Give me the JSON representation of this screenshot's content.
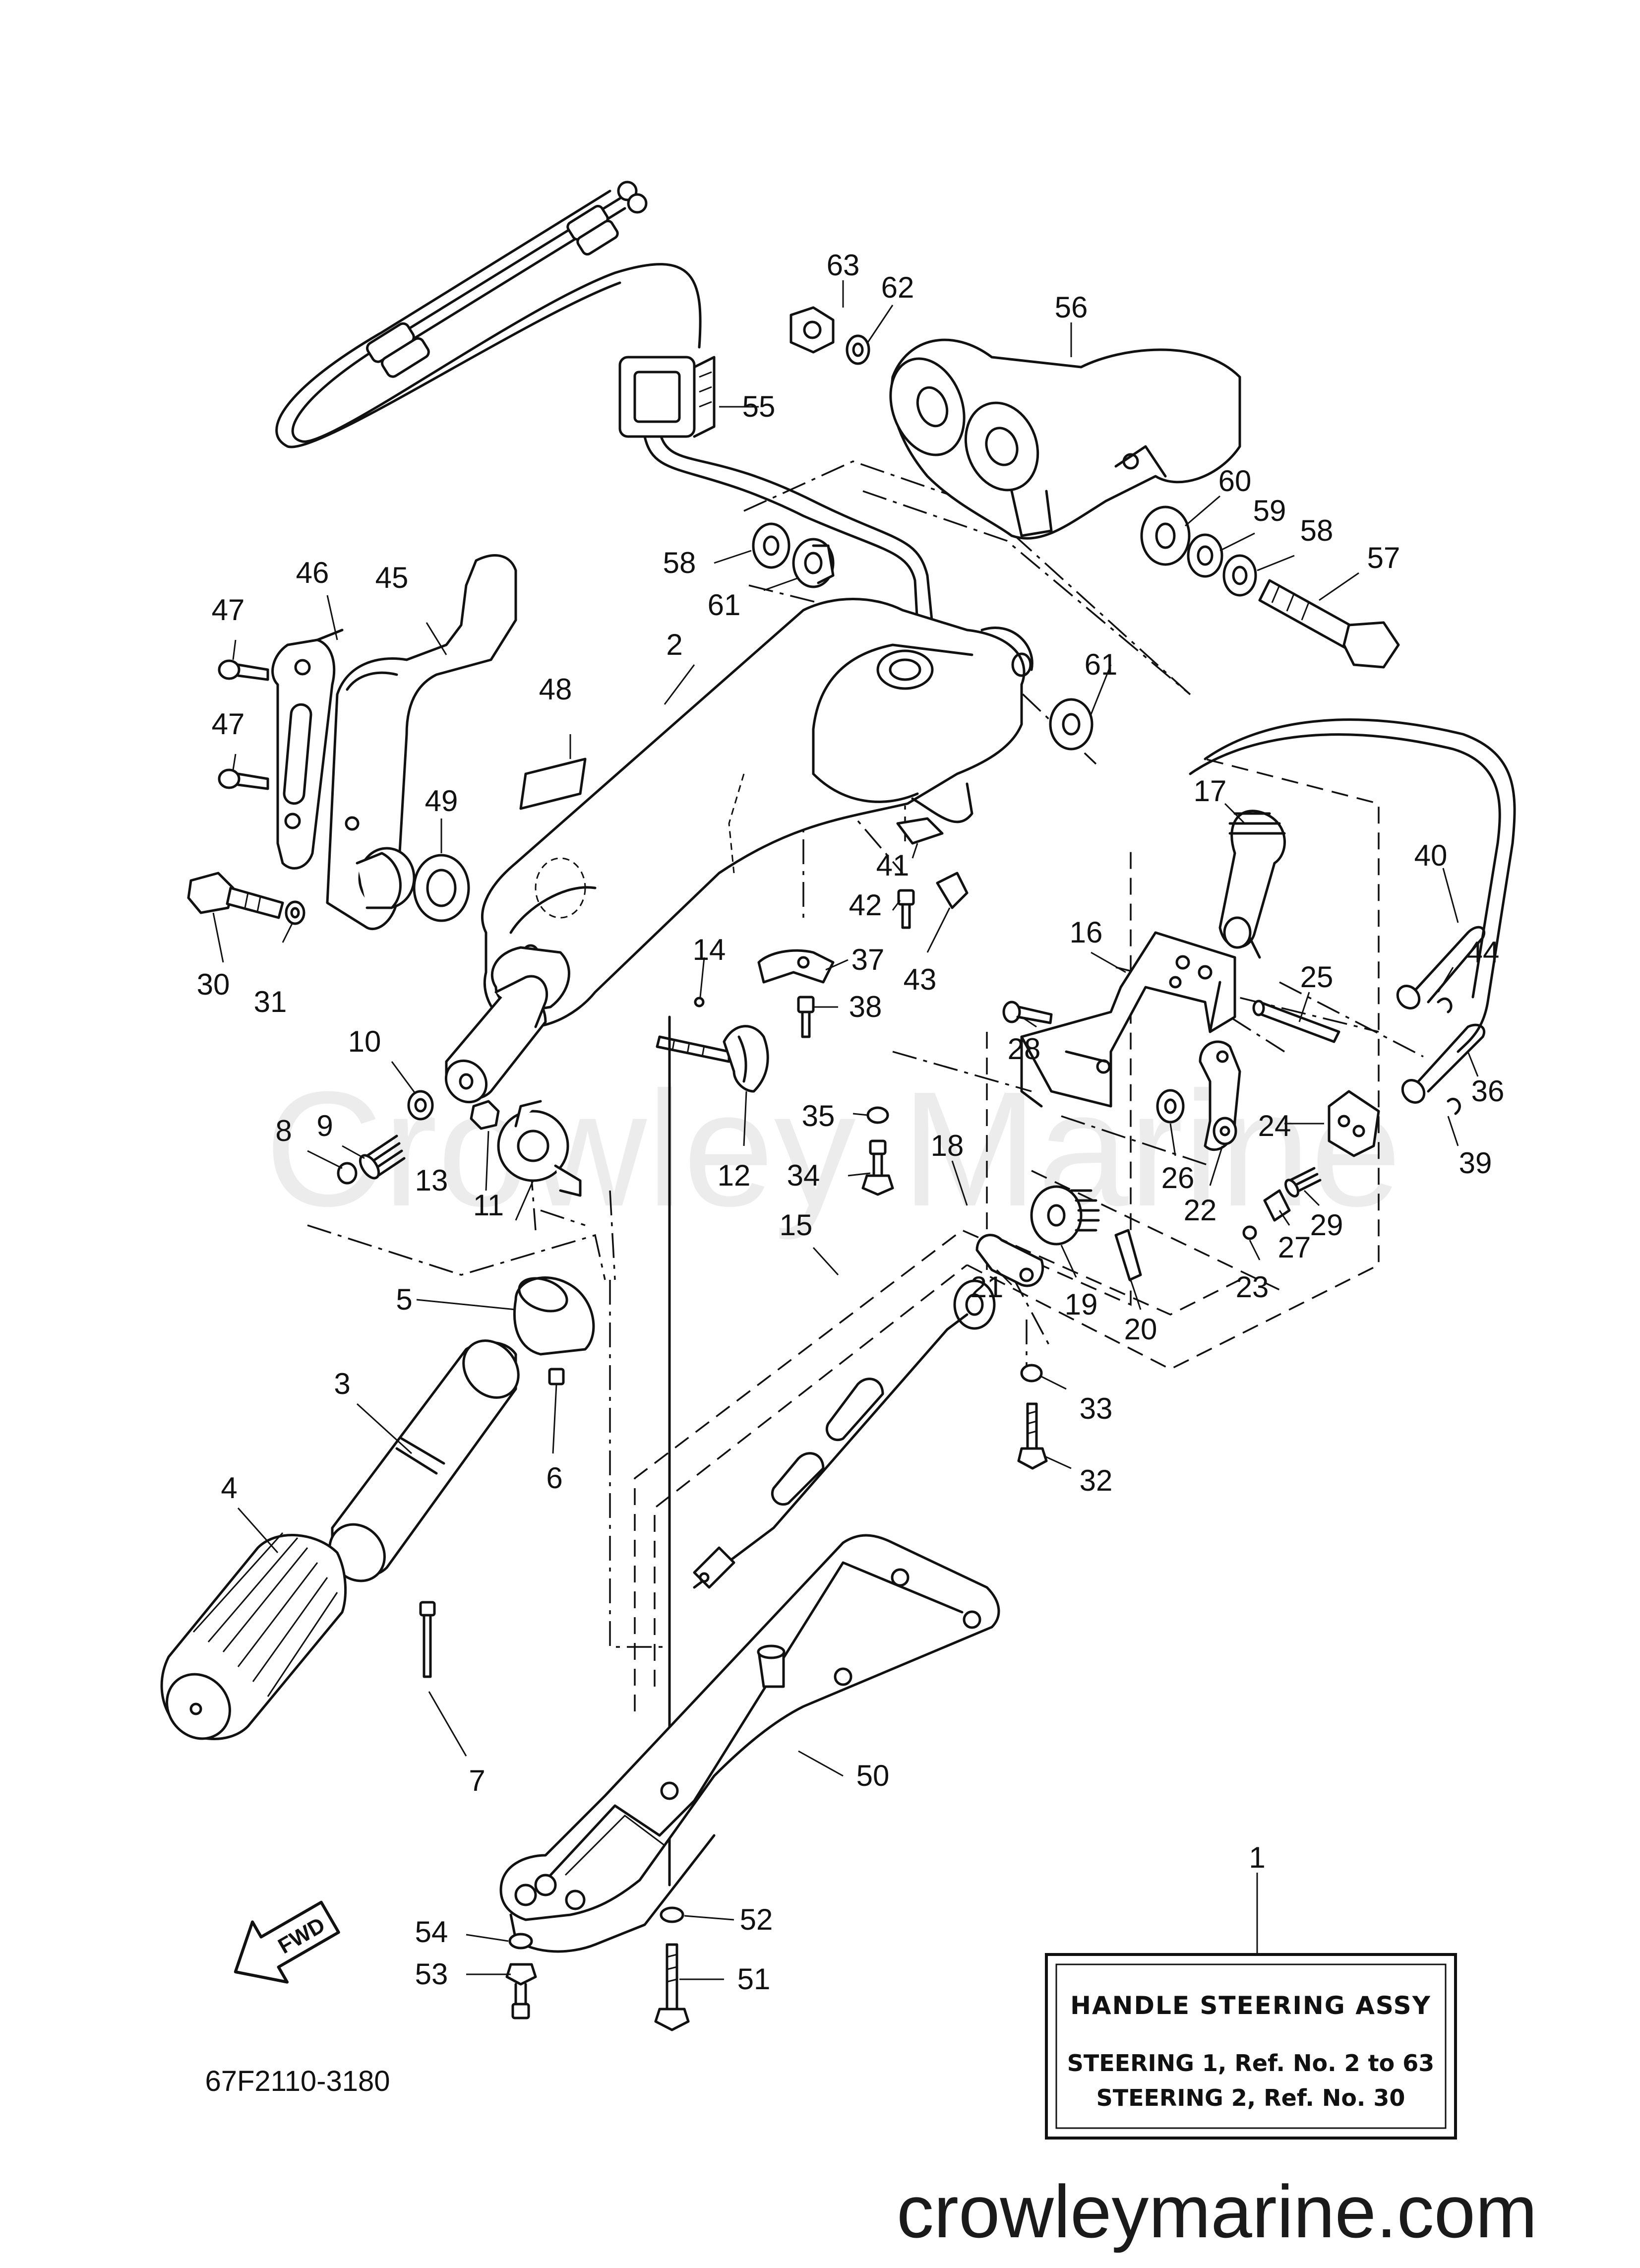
{
  "diagram": {
    "callouts": [
      "1",
      "2",
      "3",
      "4",
      "5",
      "6",
      "7",
      "8",
      "9",
      "10",
      "11",
      "12",
      "13",
      "14",
      "15",
      "16",
      "17",
      "18",
      "19",
      "20",
      "21",
      "22",
      "23",
      "24",
      "25",
      "26",
      "27",
      "28",
      "29",
      "30",
      "31",
      "32",
      "33",
      "34",
      "35",
      "36",
      "37",
      "38",
      "39",
      "40",
      "41",
      "42",
      "43",
      "44",
      "45",
      "46",
      "47",
      "47",
      "48",
      "49",
      "50",
      "51",
      "52",
      "53",
      "54",
      "55",
      "56",
      "57",
      "58",
      "58",
      "59",
      "60",
      "61",
      "61",
      "62",
      "63"
    ],
    "assembly_box": {
      "title": "HANDLE STEERING ASSY",
      "line1": "STEERING 1, Ref. No. 2 to 63",
      "line2": "STEERING 2, Ref. No. 30"
    },
    "direction_arrow": "FWD",
    "diagram_code": "67F2110-3180",
    "watermark": "Crowley Marine",
    "site_url": "crowleymarine.com"
  }
}
